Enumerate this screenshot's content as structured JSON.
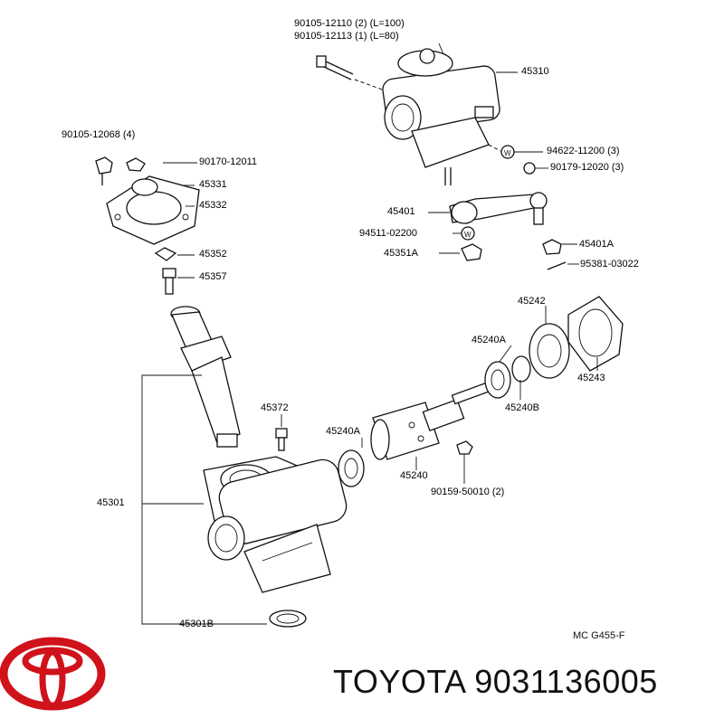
{
  "brand": {
    "name": "TOYOTA",
    "part_number": "9031136005"
  },
  "diagram_code": "MC  G455-F",
  "labels": {
    "bolt_a": "90105-12110 (2) (L=100)",
    "bolt_b": "90105-12113 (1) (L=80)",
    "gear_housing_top": "45310",
    "bolt_c": "90105-12068 (4)",
    "nut_a": "90170-12011",
    "cover_a": "45331",
    "cover_b": "45332",
    "washer_a": "94622-11200 (3)",
    "nut_b": "90179-12020 (3)",
    "pitman_arm": "45401",
    "washer_b": "94511-02200",
    "nut_c": "45351A",
    "nut_d": "45401A",
    "pin": "95381-03022",
    "nut_e": "45352",
    "screw_a": "45357",
    "ring_a": "45242",
    "bearing_a": "45240A",
    "locknut": "45243",
    "bearing_b": "45240B",
    "fitting": "45372",
    "bearing_c": "45240A",
    "worm_shaft": "45240",
    "housing": "45301",
    "screw_b": "90159-50010 (2)",
    "seal": "45301B"
  },
  "icons": [
    "toyota-logo",
    "washer-symbol",
    "nut-symbol"
  ]
}
